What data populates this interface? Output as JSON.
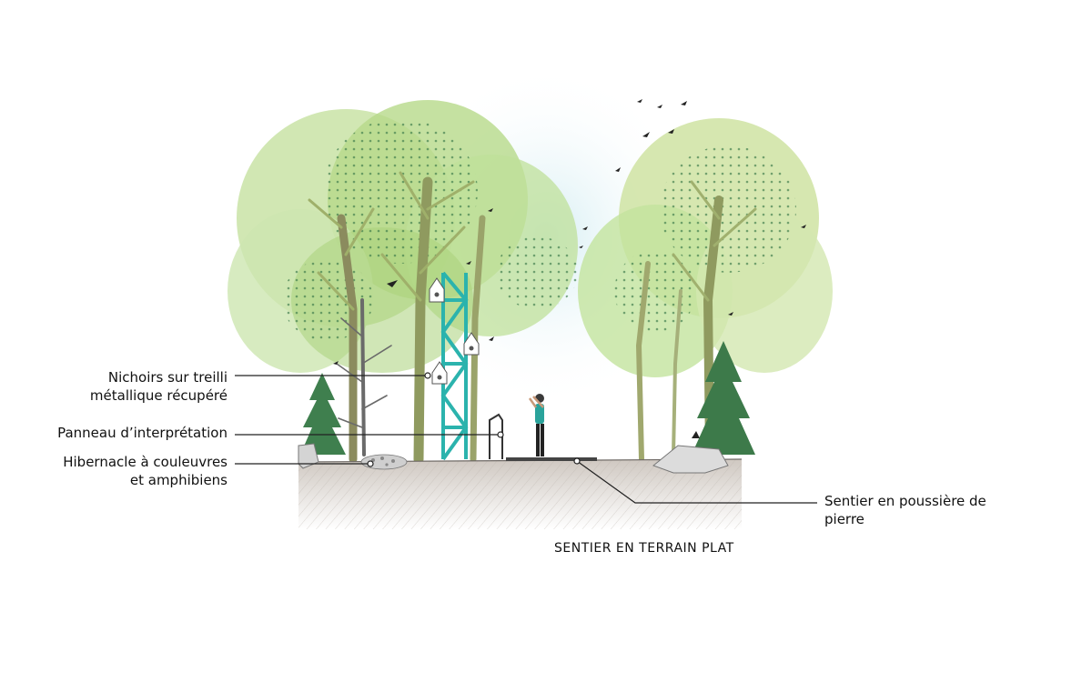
{
  "labels": {
    "nichoirs": [
      "Nichoirs sur treilli",
      "métallique récupéré"
    ],
    "panneau": [
      "Panneau d’interprétation"
    ],
    "hibernacle": [
      "Hibernacle à couleuvres",
      "et amphibiens"
    ],
    "sentier": [
      "Sentier en poussière de",
      "pierre"
    ]
  },
  "caption": "SENTIER EN TERRAIN PLAT",
  "colors": {
    "tree_light": "#b7d98a",
    "tree_mid": "#9cc95e",
    "tree_dark": "#7fae3a",
    "trunk": "#8a8a5a",
    "trellis": "#2bb3ad",
    "ground": "#d8d2cc",
    "ground_hatch": "#bdb5ae",
    "conifer": "#3f7f4e",
    "sky": "#dbeff3",
    "person_top": "#2aa39b"
  },
  "icons": [
    "birdhouse-icon",
    "bird-icon",
    "person-figure",
    "rock-icon",
    "conifer-tree"
  ]
}
